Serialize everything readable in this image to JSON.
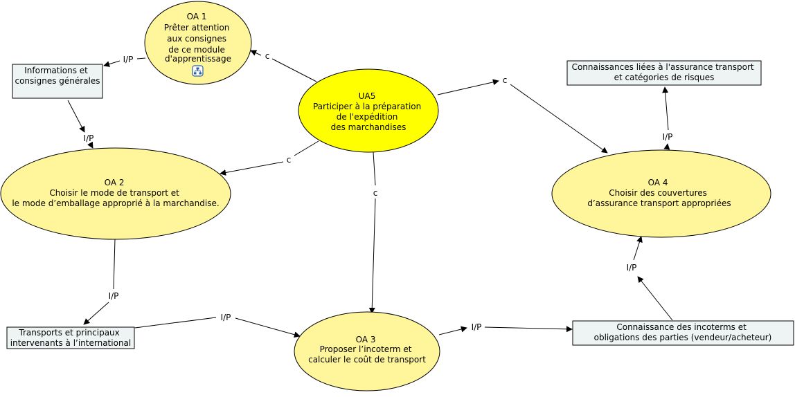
{
  "colors": {
    "ellipse_fill": "#fff59b",
    "center_fill": "#ffff00",
    "box_fill": "#eef4f4",
    "stroke": "#000000"
  },
  "nodes": {
    "oa1": {
      "lines": [
        "OA 1",
        "Prêter attention",
        "aux consignes",
        "de ce module",
        "d'apprentissage"
      ],
      "icon": "concept-map-icon"
    },
    "ua5": {
      "lines": [
        "UA5",
        "Participer à la préparation",
        "de l'expédition",
        "des marchandises"
      ]
    },
    "oa2": {
      "lines": [
        "OA 2",
        "Choisir le mode de transport et",
        "le mode d’emballage approprié à la marchandise."
      ]
    },
    "oa3": {
      "lines": [
        "OA 3",
        "Proposer l’incoterm et",
        "calculer le coût de transport"
      ]
    },
    "oa4": {
      "lines": [
        "OA 4",
        "Choisir des couvertures",
        "d’assurance transport appropriées"
      ]
    },
    "info": {
      "lines": [
        "Informations et",
        "consignes générales"
      ]
    },
    "transports": {
      "lines": [
        "Transports et principaux",
        "intervenants à l’international"
      ]
    },
    "incoterms": {
      "lines": [
        "Connaissance des incoterms et",
        "obligations des parties (vendeur/acheteur)"
      ]
    },
    "assurance": {
      "lines": [
        "Connaissances liées à l'assurance transport",
        "et catégories de risques"
      ]
    }
  },
  "links": {
    "ua5_oa1": "c",
    "ua5_oa4": "c",
    "ua5_oa2": "c",
    "ua5_oa3": "c",
    "oa1_info": "I/P",
    "info_oa2": "I/P",
    "oa2_transports": "I/P",
    "transports_oa3": "I/P",
    "oa3_incoterms": "I/P",
    "incoterms_oa4": "I/P",
    "oa4_assurance": "I/P"
  }
}
